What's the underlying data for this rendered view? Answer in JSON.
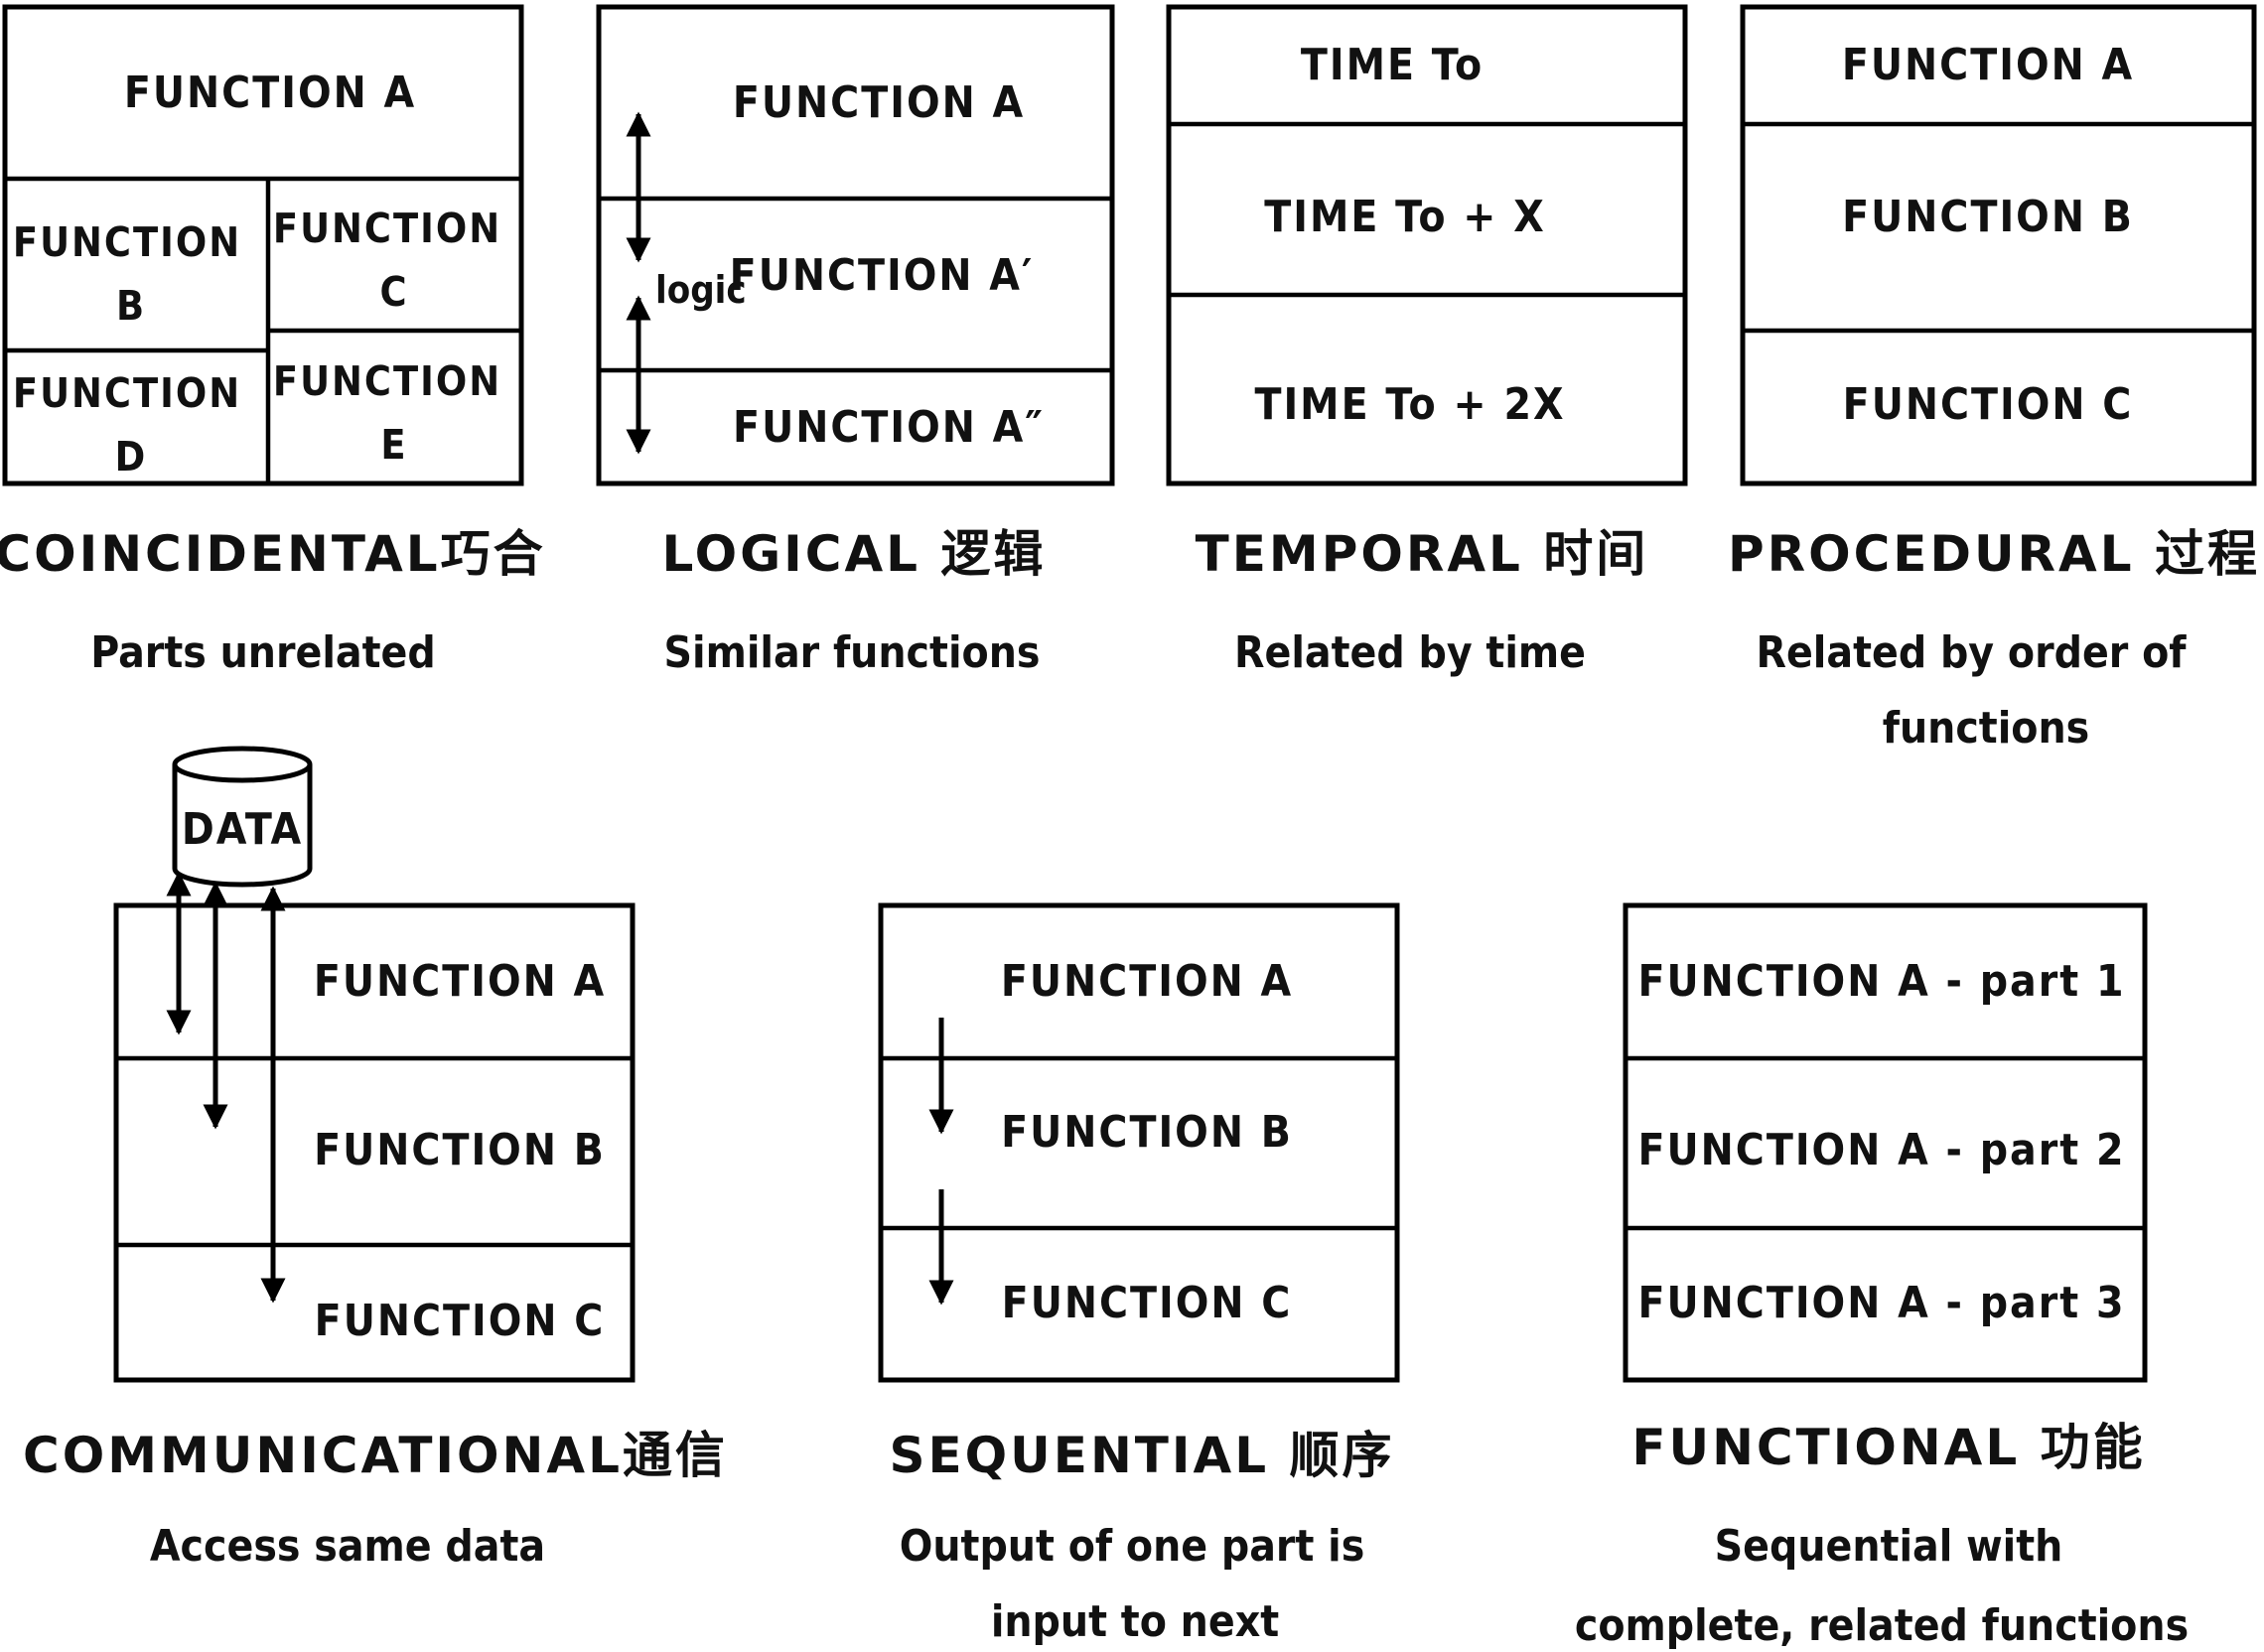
{
  "coincidental": {
    "function_a": "FUNCTION A",
    "function_b": [
      "FUNCTION",
      "B"
    ],
    "function_c": [
      "FUNCTION",
      "C"
    ],
    "function_d": [
      "FUNCTION",
      "D"
    ],
    "function_e": [
      "FUNCTION",
      "E"
    ],
    "title": "COINCIDENTAL巧合",
    "description": [
      "Parts unrelated"
    ]
  },
  "logical": {
    "function_a": "FUNCTION A",
    "function_a1": "FUNCTION A′",
    "function_a2": "FUNCTION A″",
    "logic_label": "logic",
    "title": "LOGICAL 逻辑",
    "description": [
      "Similar functions"
    ]
  },
  "temporal": {
    "row1": "TIME To",
    "row2": "TIME To + X",
    "row3": "TIME To + 2X",
    "title": "TEMPORAL 时间",
    "description": [
      "Related by time"
    ]
  },
  "procedural": {
    "row1": "FUNCTION A",
    "row2": "FUNCTION B",
    "row3": "FUNCTION C",
    "title": "PROCEDURAL 过程",
    "description": [
      "Related by order of",
      "functions"
    ]
  },
  "communicational": {
    "data_label": "DATA",
    "row1": "FUNCTION A",
    "row2": "FUNCTION B",
    "row3": "FUNCTION C",
    "title": "COMMUNICATIONAL通信",
    "description": [
      "Access same data"
    ]
  },
  "sequential": {
    "row1": "FUNCTION A",
    "row2": "FUNCTION B",
    "row3": "FUNCTION C",
    "title": "SEQUENTIAL 顺序",
    "description": [
      "Output of one part is",
      "input to next"
    ]
  },
  "functional": {
    "row1": "FUNCTION A - part 1",
    "row2": "FUNCTION A - part 2",
    "row3": "FUNCTION A - part 3",
    "title": "FUNCTIONAL 功能",
    "description": [
      "Sequential with",
      "complete, related functions"
    ]
  }
}
